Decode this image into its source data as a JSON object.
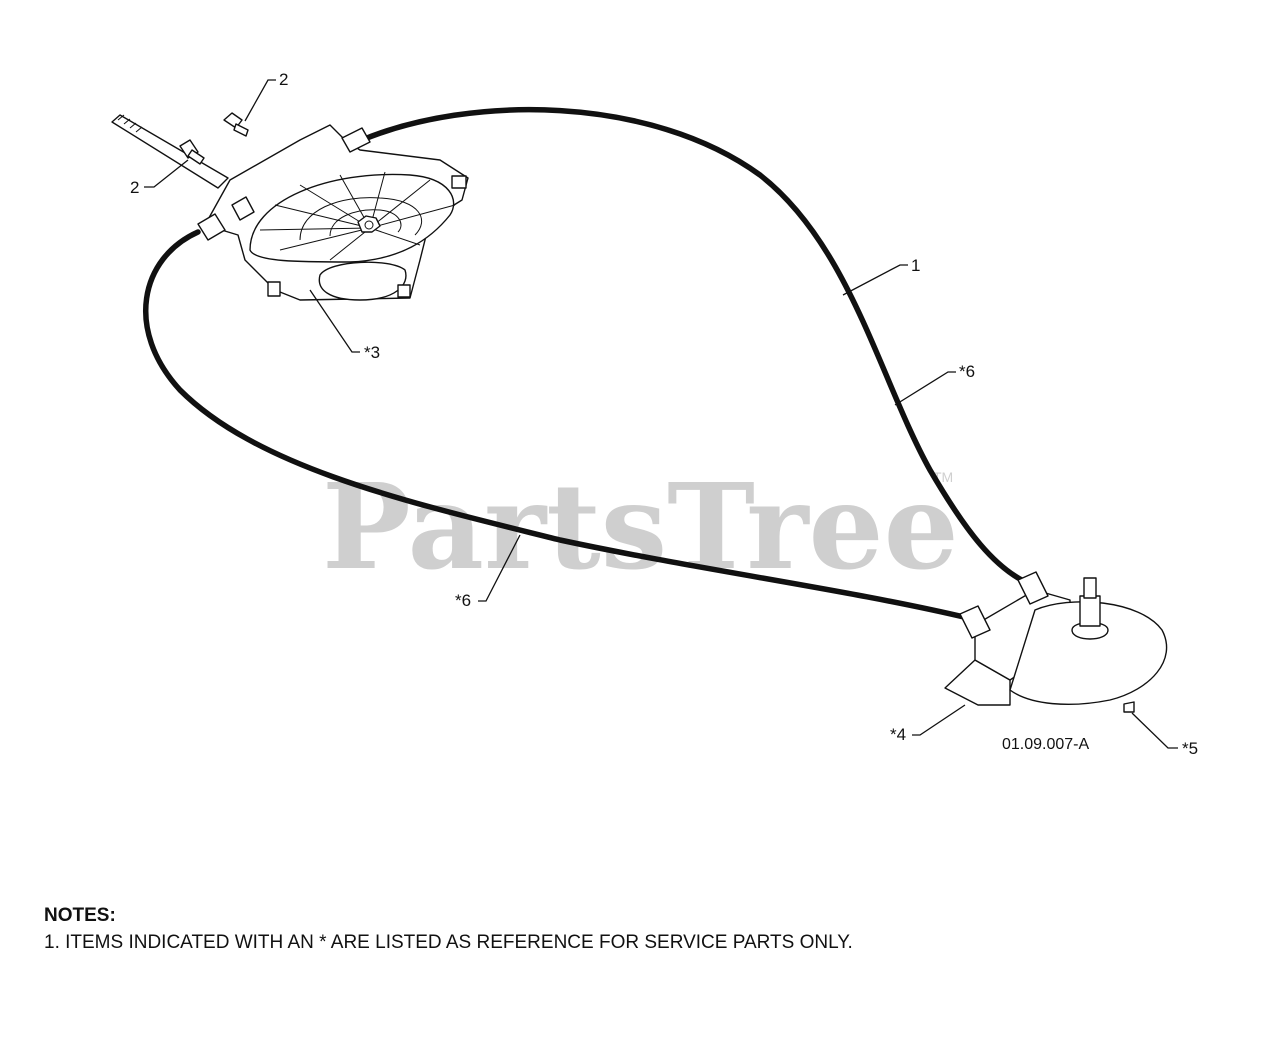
{
  "watermark": {
    "brand": "PartsTree",
    "tm": "TM"
  },
  "drawing_id": "01.09.007-A",
  "callouts": {
    "bolt_upper": "2",
    "bolt_lower": "2",
    "gear_housing": "*3",
    "cable_right": "1",
    "cable_right_sheath": "*6",
    "cable_lower_sheath": "*6",
    "bracket": "*4",
    "pulley_plate": "*5"
  },
  "notes": {
    "title": "NOTES:",
    "items": [
      "1. ITEMS INDICATED WITH AN * ARE LISTED AS REFERENCE FOR SERVICE PARTS ONLY."
    ]
  }
}
